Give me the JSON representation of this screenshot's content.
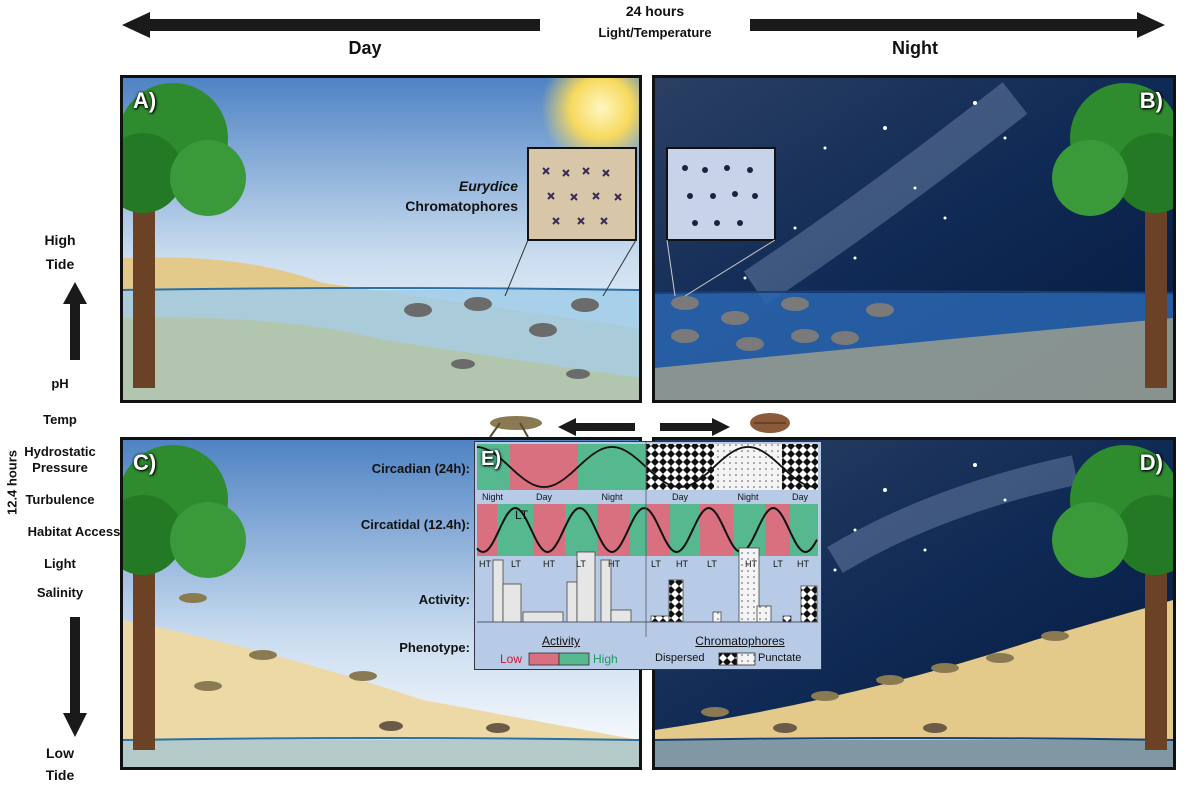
{
  "header": {
    "center_line1": "24 hours",
    "center_line2": "Light/Temperature",
    "day": "Day",
    "night": "Night"
  },
  "left_axis": {
    "high_tide_1": "High",
    "high_tide_2": "Tide",
    "low_tide_1": "Low",
    "low_tide_2": "Tide",
    "period": "12.4 hours",
    "factors": [
      "pH",
      "Temp",
      "Hydrostatic",
      "Pressure",
      "Turbulence",
      "Habitat Access",
      "Light",
      "Salinity"
    ]
  },
  "panels": {
    "a": "A)",
    "b": "B)",
    "c": "C)",
    "d": "D)",
    "e": "E)"
  },
  "inset": {
    "species": "Eurydice",
    "label": "Chromatophores"
  },
  "panel_e": {
    "circadian_label": "Circadian (24h):",
    "circatidal_label": "Circatidal (12.4h):",
    "activity_label": "Activity:",
    "phenotype_label": "Phenotype:",
    "circadian_periods": [
      "Night",
      "Day",
      "Night",
      "Day",
      "Night",
      "Day"
    ],
    "circatidal_lt_marker": "LT",
    "circatidal_tides": [
      "HT",
      "LT",
      "HT",
      "LT",
      "HT",
      "LT",
      "HT",
      "LT",
      "HT",
      "LT",
      "HT"
    ],
    "legend_activity_title": "Activity",
    "legend_low": "Low",
    "legend_high": "High",
    "legend_chromatophores_title": "Chromatophores",
    "legend_dispersed": "Dispersed",
    "legend_punctate": "Punctate",
    "colors": {
      "low": "#d9707f",
      "high": "#55b88e",
      "panel_bg": "#b8cbe6"
    }
  }
}
